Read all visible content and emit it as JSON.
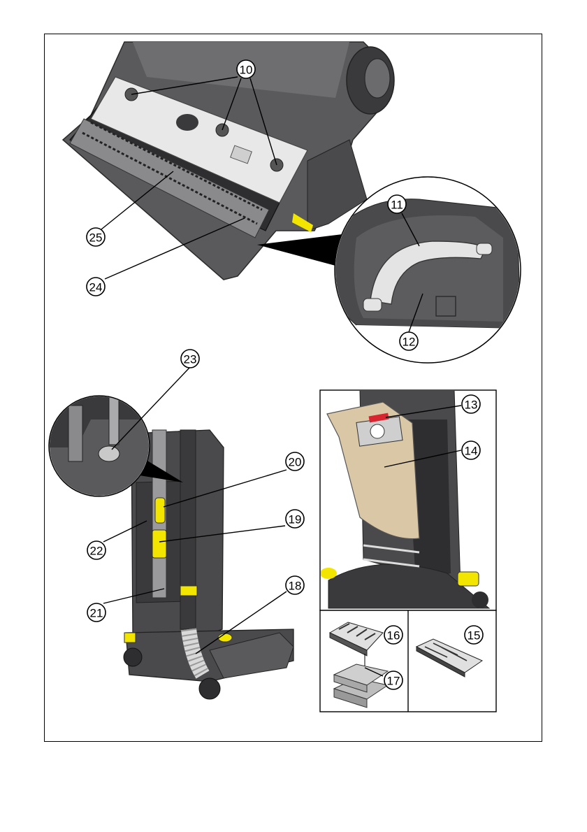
{
  "callouts": {
    "c10": "10",
    "c11": "11",
    "c12": "12",
    "c13": "13",
    "c14": "14",
    "c15": "15",
    "c16": "16",
    "c17": "17",
    "c18": "18",
    "c19": "19",
    "c20": "20",
    "c21": "21",
    "c22": "22",
    "c23": "23",
    "c24": "24",
    "c25": "25"
  },
  "colors": {
    "body_dark": "#4a4a4c",
    "body_mid": "#6b6b6e",
    "body_light": "#9a9a9d",
    "plate": "#e8e8e8",
    "accent_yellow": "#f2e600",
    "bag_paper": "#d9c7a6",
    "tab_red": "#d7262f",
    "filter_gray": "#c9c9c9"
  },
  "icons": [
    "vacuum-head-underside",
    "brush-roller",
    "cover-clip-zoom",
    "vacuum-upright-rear",
    "hose-clamp-zoom",
    "dust-bag",
    "motor-filter",
    "exhaust-filter",
    "filter-pads"
  ]
}
